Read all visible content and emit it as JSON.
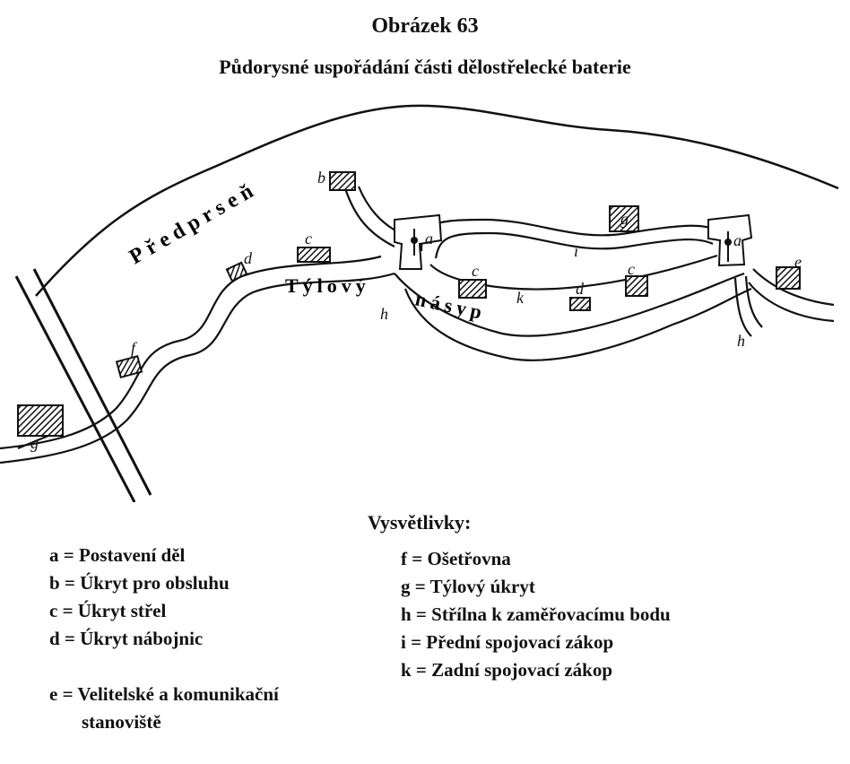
{
  "header": {
    "title": "Obrázek 63",
    "subtitle": "Půdorysné uspořádání části dělostřelecké baterie"
  },
  "map": {
    "area_label": "Předprseň",
    "embankment_label_1": "Týlový",
    "embankment_label_2": "násyp",
    "markers": {
      "a": "a",
      "b": "b",
      "c": "c",
      "d": "d",
      "e": "e",
      "f": "f",
      "g": "g",
      "h": "h",
      "i": "i",
      "k": "k"
    }
  },
  "legend": {
    "title": "Vysvětlivky:",
    "left": [
      "a = Postavení děl",
      "b = Úkryt pro obsluhu",
      "c = Úkryt střel",
      "d = Úkryt nábojnic",
      "e = Velitelské a komunikační"
    ],
    "left_continuation": "stanoviště",
    "right": [
      "f = Ošetřovna",
      "g = Týlový úkryt",
      "h = Střílna k zaměřovacímu bodu",
      "i = Přední spojovací zákop",
      "k = Zadní spojovací zákop"
    ]
  }
}
